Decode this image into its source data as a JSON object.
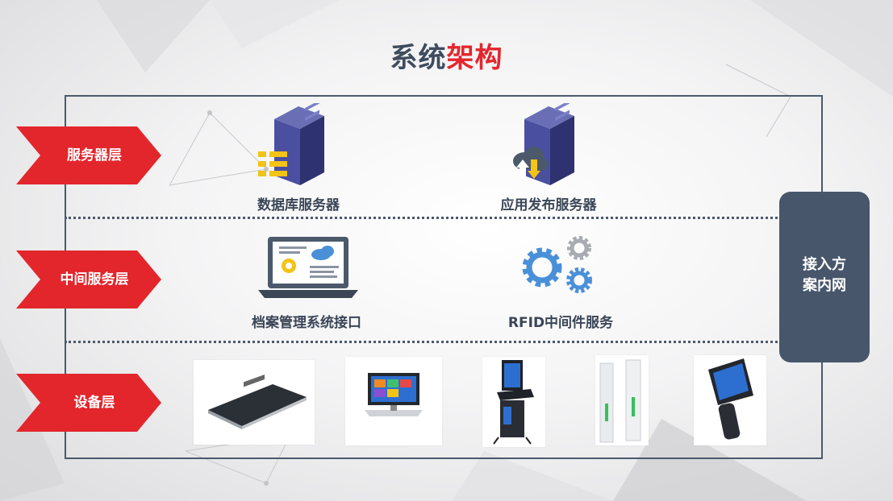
{
  "title": {
    "part1": "系统",
    "part2": "架构"
  },
  "layers": [
    {
      "label": "服务器层"
    },
    {
      "label": "中间服务层"
    },
    {
      "label": "设备层"
    }
  ],
  "server_layer": {
    "items": [
      {
        "label": "数据库服务器",
        "icon": "database-server-icon"
      },
      {
        "label": "应用发布服务器",
        "icon": "cloud-server-icon"
      }
    ]
  },
  "middle_layer": {
    "items": [
      {
        "label": "档案管理系统接口",
        "icon": "laptop-icon"
      },
      {
        "label": "RFID中间件服务",
        "icon": "gears-icon"
      }
    ]
  },
  "device_layer": {
    "items": [
      {
        "icon": "rfid-reader-pad-icon"
      },
      {
        "icon": "all-in-one-pc-icon"
      },
      {
        "icon": "self-service-kiosk-icon"
      },
      {
        "icon": "security-gate-icon"
      },
      {
        "icon": "handheld-terminal-icon"
      }
    ]
  },
  "access": {
    "line1": "接入方",
    "line2": "案内网"
  },
  "colors": {
    "accent_red": "#e3262c",
    "slate": "#47566b",
    "title_dark": "#3e4c5e"
  }
}
